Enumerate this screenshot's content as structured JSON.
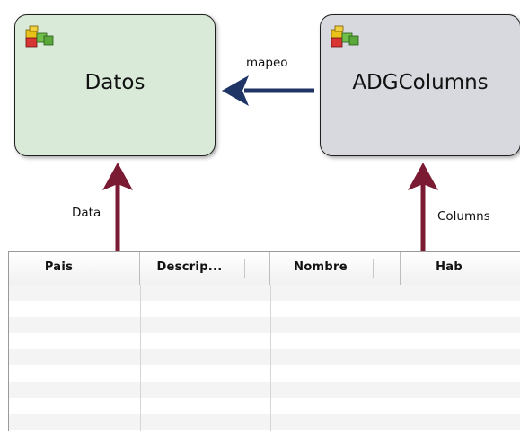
{
  "boxes": {
    "datos": {
      "title": "Datos",
      "fill": "#d9ead9"
    },
    "adg": {
      "title": "ADGColumns",
      "fill": "#d7d9de"
    }
  },
  "labels": {
    "mapeo": "mapeo",
    "data": "Data",
    "columns": "Columns"
  },
  "colors": {
    "mapeo_arrow": "#1f3566",
    "up_arrows": "#7b1a33"
  },
  "table": {
    "columns": [
      "Pais",
      "Descrip...",
      "Nombre",
      "Hab"
    ]
  }
}
